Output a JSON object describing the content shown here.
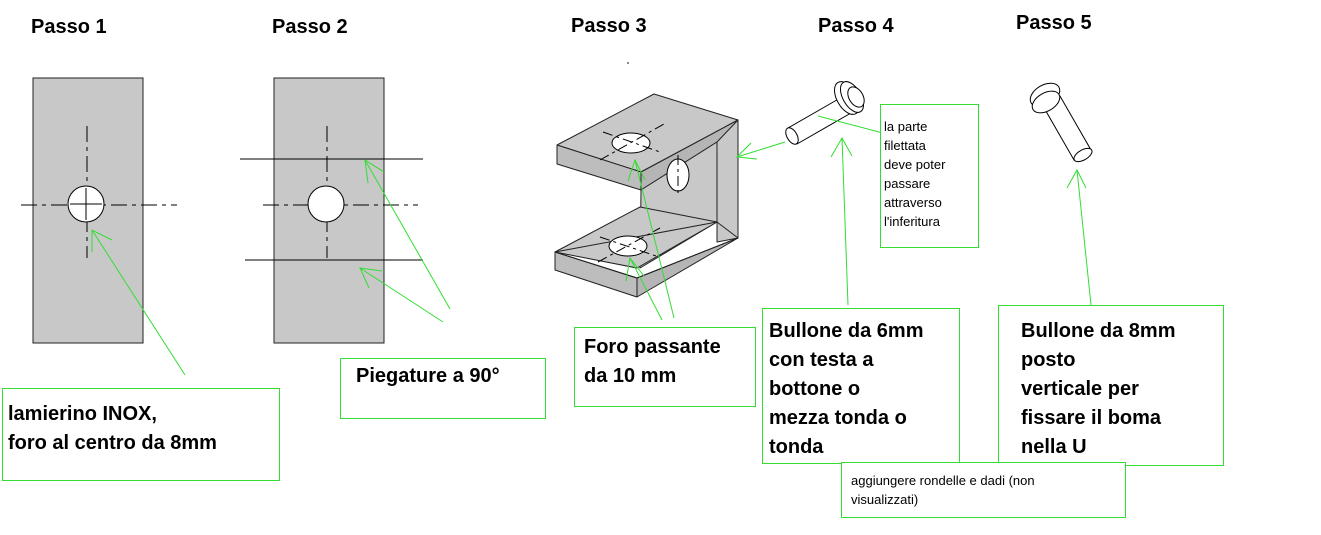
{
  "steps": {
    "s1": "Passo 1",
    "s2": "Passo 2",
    "s3": "Passo 3",
    "s4": "Passo 4",
    "s5": "Passo 5"
  },
  "labels": {
    "lamierino": "lamierino INOX,\nforo al centro da 8mm",
    "piegature": "Piegature a 90°",
    "foro": "Foro passante\nda 10 mm",
    "bullone6": "Bullone da 6mm\ncon testa a\nbottone o\nmezza tonda o\ntonda",
    "bullone8": "Bullone da 8mm\nposto\nverticale per\nfissare il boma\nnella U",
    "filettata": "la parte\nfilettata\ndeve poter\npassare\nattraverso\nl'inferitura",
    "rondelle": "aggiungere rondelle e dadi (non\nvisualizzati)"
  },
  "colors": {
    "plate": "#c8c8c8",
    "arrow": "#33dd33",
    "box_border": "#33dd33"
  }
}
